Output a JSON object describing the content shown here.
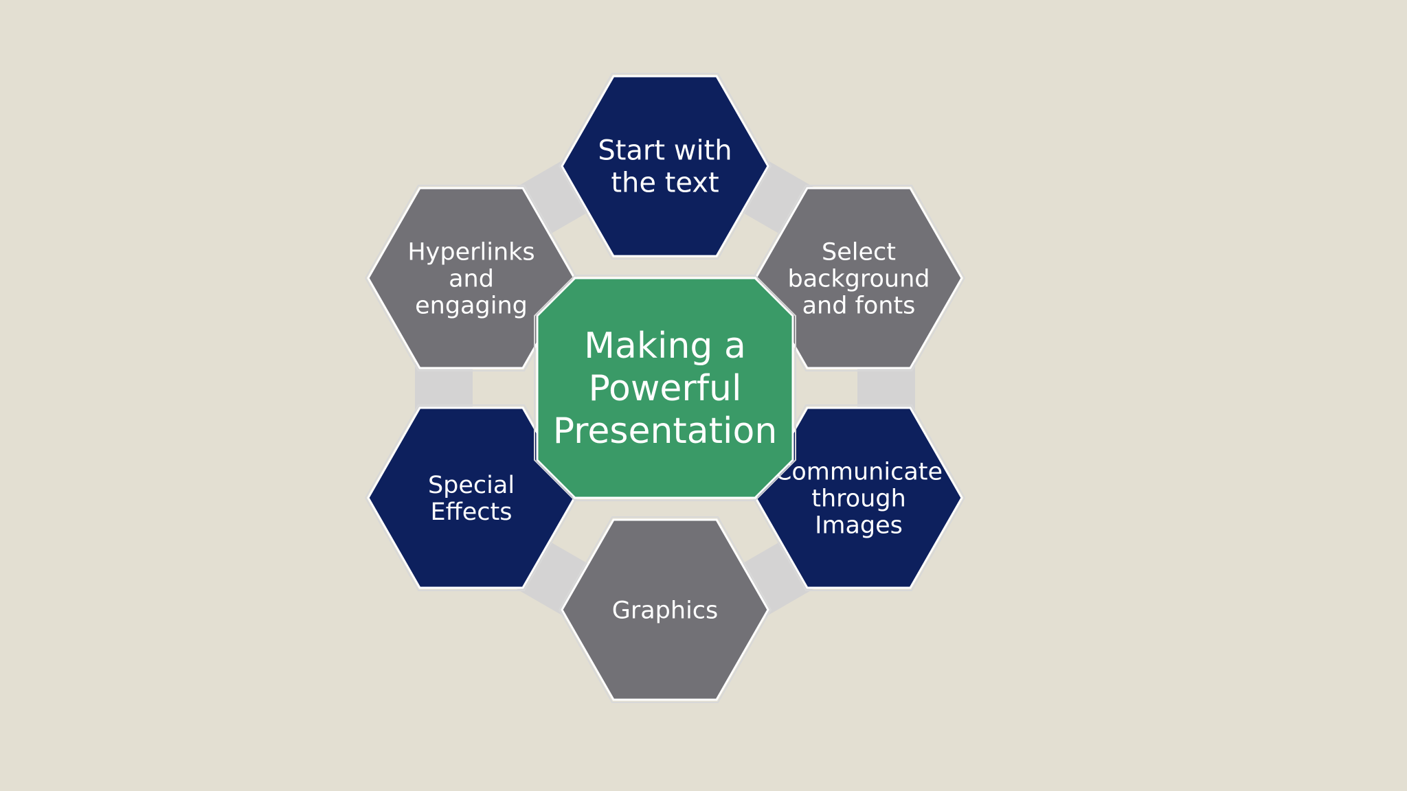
{
  "diagram": {
    "center": {
      "label_lines": [
        "Making a",
        "Powerful",
        "Presentation"
      ],
      "color": "#3a9a67"
    },
    "nodes": [
      {
        "id": "start-with-text",
        "label_lines": [
          "Start with",
          "the text"
        ],
        "color": "#0d205d"
      },
      {
        "id": "select-background",
        "label_lines": [
          "Select",
          "background",
          "and fonts"
        ],
        "color": "#727176"
      },
      {
        "id": "communicate-images",
        "label_lines": [
          "Communicate",
          "through",
          "Images"
        ],
        "color": "#0d205d"
      },
      {
        "id": "graphics",
        "label_lines": [
          "Graphics"
        ],
        "color": "#727176"
      },
      {
        "id": "special-effects",
        "label_lines": [
          "Special",
          "Effects"
        ],
        "color": "#0d205d"
      },
      {
        "id": "hyperlinks",
        "label_lines": [
          "Hyperlinks",
          "and",
          "engaging"
        ],
        "color": "#727176"
      }
    ],
    "connector_color": "#d4d3d3",
    "background_color": "#e3dfd2"
  }
}
